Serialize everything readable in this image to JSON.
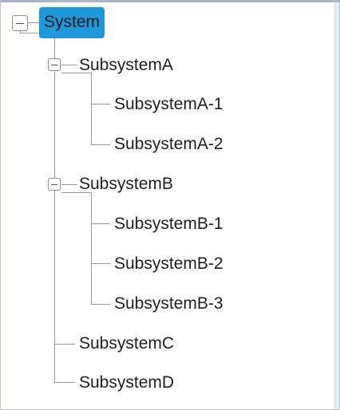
{
  "tree": {
    "root": {
      "label": "System",
      "expanded": true,
      "selected": true
    },
    "subsystem_a": {
      "label": "SubsystemA",
      "expanded": true,
      "children": [
        "SubsystemA-1",
        "SubsystemA-2"
      ]
    },
    "subsystem_b": {
      "label": "SubsystemB",
      "expanded": true,
      "children": [
        "SubsystemB-1",
        "SubsystemB-2",
        "SubsystemB-3"
      ]
    },
    "subsystem_c": {
      "label": "SubsystemC"
    },
    "subsystem_d": {
      "label": "SubsystemD"
    }
  },
  "colors": {
    "selection": "#1f97db",
    "connector": "#9a9a9a",
    "border": "#b9c3cf"
  },
  "icons": {
    "collapse": "minus-box-icon"
  }
}
